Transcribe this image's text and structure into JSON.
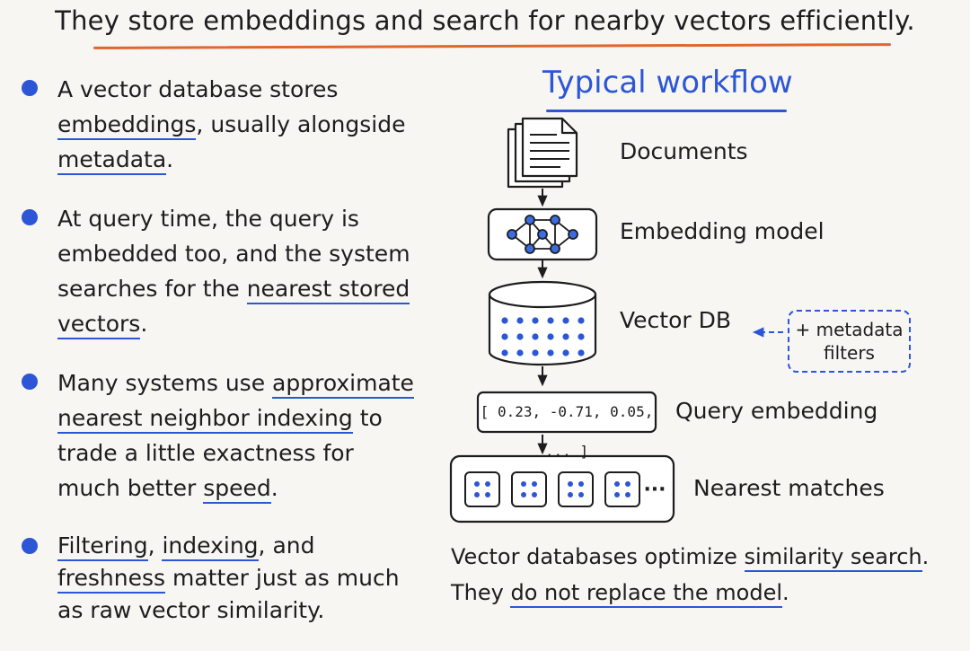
{
  "title": "They store embeddings and search for nearby vectors efficiently.",
  "bullets": [
    {
      "pre": "A vector database stores ",
      "u1": "embeddings",
      "mid": ", usually alongside ",
      "u2": "metadata",
      "post": "."
    },
    {
      "pre": "At query time, the query is embedded too, and the system searches for the ",
      "u1": "nearest stored vectors",
      "post": "."
    },
    {
      "pre": "Many systems use ",
      "u1": "approximate nearest neighbor indexing",
      "mid": " to trade a little exactness for much better ",
      "u2": "speed",
      "post": "."
    },
    {
      "u1": "Filtering",
      "c1": ", ",
      "u2": "indexing",
      "c2": ", and ",
      "u3": "freshness",
      "post": " matter just as much as raw vector similarity."
    }
  ],
  "workflow": {
    "title": "Typical workflow",
    "steps": {
      "documents": "Documents",
      "embedding_model": "Embedding model",
      "vector_db": "Vector DB",
      "query_embedding": "Query embedding",
      "nearest_matches": "Nearest matches"
    },
    "query_vector": "[ 0.23, -0.71, 0.05, ... ]",
    "matches_ellipsis": "···",
    "filters": {
      "line1": "+ metadata",
      "line2": "filters"
    }
  },
  "footer": {
    "pre": "Vector databases optimize ",
    "u1": "similarity search",
    "mid": ". They ",
    "u2": "do not replace the model",
    "post": "."
  },
  "colors": {
    "accent_blue": "#2c56d6",
    "accent_orange": "#e0662e",
    "ink": "#1d1d1f",
    "background": "#f7f6f2"
  }
}
